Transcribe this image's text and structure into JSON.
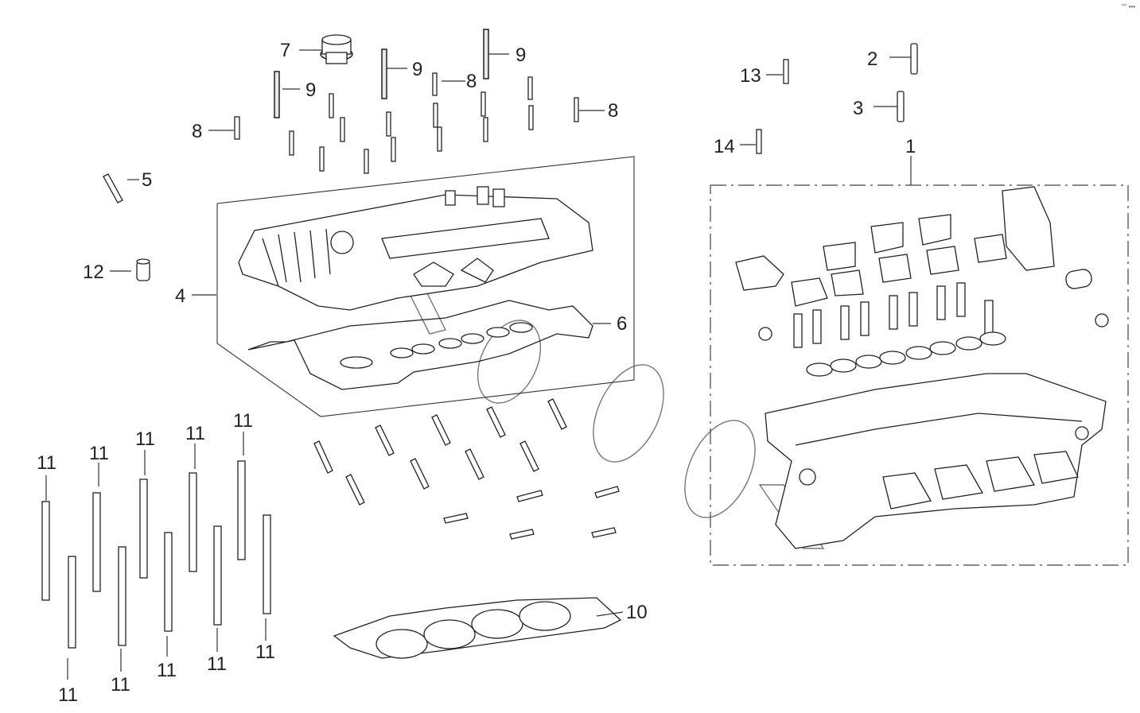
{
  "corner_mark": "°° •••",
  "callouts": {
    "c1": "1",
    "c2": "2",
    "c3": "3",
    "c4": "4",
    "c5": "5",
    "c6": "6",
    "c7": "7",
    "c8": "8",
    "c9": "9",
    "c10": "10",
    "c11": "11",
    "c12": "12",
    "c13": "13",
    "c14": "14"
  }
}
